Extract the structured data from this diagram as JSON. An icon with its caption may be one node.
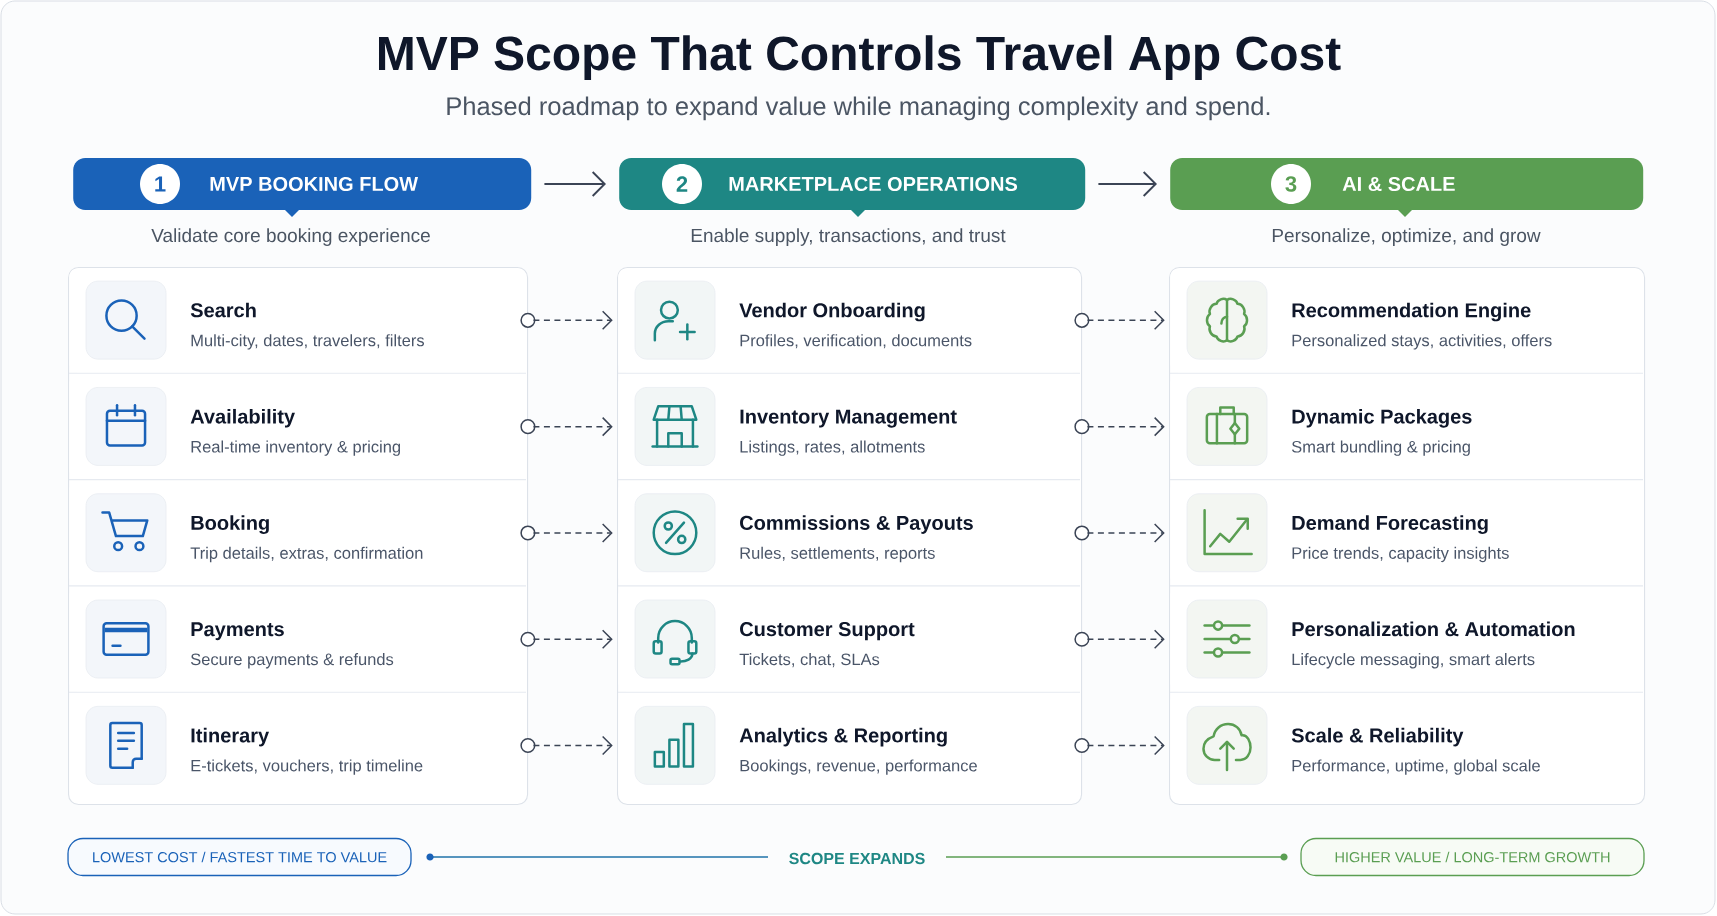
{
  "diagram": {
    "title": "MVP Scope That Controls Travel App Cost",
    "nodes": [
      {
        "text": [
          "MVP BOOKING FLOW"
        ],
        "beside": [
          "Validate core booking experience"
        ]
      },
      {
        "text": [
          "1"
        ],
        "in": 0
      },
      {
        "text": [
          "MARKETPLACE OPERATIONS"
        ],
        "beside": [
          "Enable supply, transactions, and trust"
        ]
      },
      {
        "text": [
          "2"
        ],
        "in": 2
      },
      {
        "text": [
          "AI & SCALE"
        ],
        "beside": [
          "Personalize, optimize, and grow"
        ]
      },
      {
        "text": [
          "3"
        ],
        "in": 4
      },
      {
        "text": [],
        "shape": "box"
      },
      {
        "text": [
          "Search",
          "Multi-city, dates, travelers, filters"
        ],
        "in": 6
      },
      {
        "text": [
          "Availability",
          "Real-time inventory & pricing"
        ],
        "in": 6
      },
      {
        "text": [
          "Booking",
          "Trip details, extras, confirmation"
        ],
        "in": 6
      },
      {
        "text": [
          "Payments",
          "Secure payments & refunds"
        ],
        "in": 6
      },
      {
        "text": [
          "Itinerary",
          "E-tickets, vouchers, trip timeline"
        ],
        "in": 6
      },
      {
        "text": [],
        "shape": "box"
      },
      {
        "text": [
          "Vendor Onboarding",
          "Profiles, verification, documents"
        ],
        "in": 12
      },
      {
        "text": [
          "Inventory Management",
          "Listings, rates, allotments"
        ],
        "in": 12
      },
      {
        "text": [
          "Commissions & Payouts",
          "Rules, settlements, reports"
        ],
        "in": 12
      },
      {
        "text": [
          "Customer Support",
          "Tickets, chat, SLAs"
        ],
        "in": 12
      },
      {
        "text": [
          "Analytics & Reporting",
          "Bookings, revenue, performance"
        ],
        "in": 12
      },
      {
        "text": [],
        "shape": "box"
      },
      {
        "text": [
          "Recommendation Engine",
          "Personalized stays, activities, offers"
        ],
        "in": 18
      },
      {
        "text": [
          "Dynamic Packages",
          "Smart bundling & pricing"
        ],
        "in": 18
      },
      {
        "text": [
          "Demand Forecasting",
          "Price trends, capacity insights"
        ],
        "in": 18
      },
      {
        "text": [
          "Personalization & Automation",
          "Lifecycle messaging, smart alerts"
        ],
        "in": 18
      },
      {
        "text": [
          "Scale & Reliability",
          "Performance, uptime, global scale"
        ],
        "in": 18
      },
      {
        "text": [
          "LOWEST COST / FASTEST TIME TO VALUE"
        ]
      },
      {
        "text": [
          "HIGHER VALUE / LONG-TERM GROWTH"
        ]
      }
    ],
    "edges": [
      {
        "from": 0,
        "to": 2,
        "arrow": "to"
      },
      {
        "from": 2,
        "to": 4,
        "arrow": "to"
      },
      {
        "from": 7,
        "to": 13,
        "arrow": "to",
        "style": "dashed"
      },
      {
        "from": 8,
        "to": 14,
        "arrow": "to",
        "style": "dashed"
      },
      {
        "from": 9,
        "to": 15,
        "arrow": "to",
        "style": "dashed"
      },
      {
        "from": 10,
        "to": 16,
        "arrow": "to",
        "style": "dashed"
      },
      {
        "from": 11,
        "to": 17,
        "arrow": "to",
        "style": "dashed"
      },
      {
        "from": 13,
        "to": 19,
        "arrow": "to",
        "style": "dashed"
      },
      {
        "from": 14,
        "to": 20,
        "arrow": "to",
        "style": "dashed"
      },
      {
        "from": 15,
        "to": 21,
        "arrow": "to",
        "style": "dashed"
      },
      {
        "from": 16,
        "to": 22,
        "arrow": "to",
        "style": "dashed"
      },
      {
        "from": 17,
        "to": 23,
        "arrow": "to",
        "style": "dashed"
      }
    ],
    "labels": [
      "Phased roadmap to expand value while managing complexity and spend.",
      "SCOPE EXPANDS"
    ]
  }
}
